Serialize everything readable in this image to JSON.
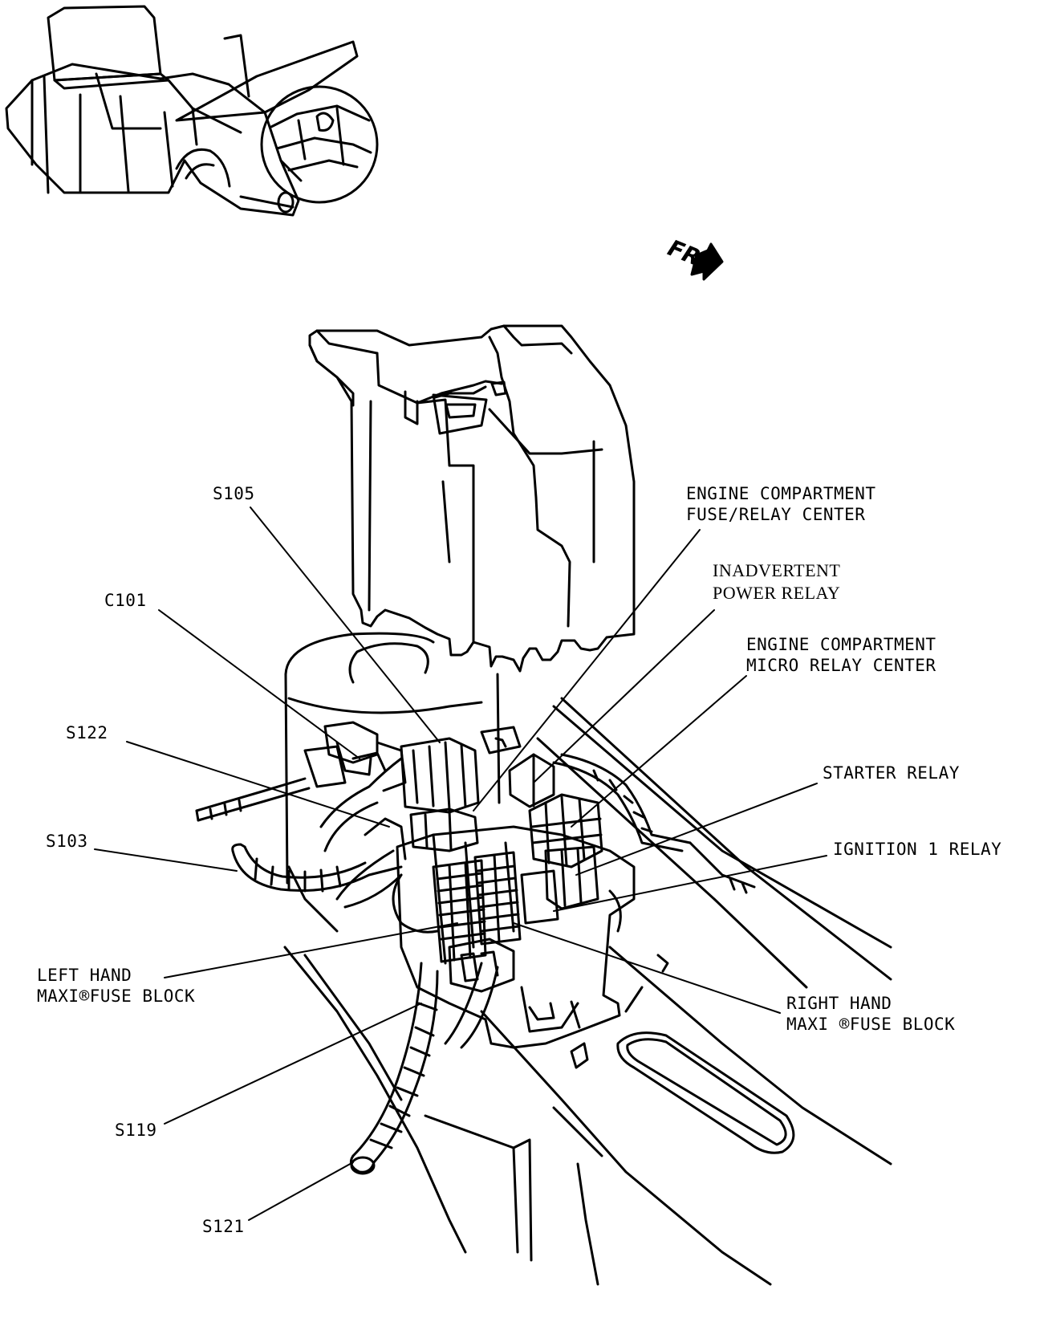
{
  "direction": {
    "frt": "FRT"
  },
  "labels": {
    "s105": "S105",
    "c101": "C101",
    "s122": "S122",
    "s103": "S103",
    "s119": "S119",
    "s121": "S121",
    "left_hand_fuse_line1": "LEFT HAND",
    "left_hand_fuse_line2": "MAXI®FUSE BLOCK",
    "engine_fuse_relay_line1": "ENGINE COMPARTMENT",
    "engine_fuse_relay_line2": "FUSE/RELAY CENTER",
    "inadvertent_line1": "INADVERTENT",
    "inadvertent_line2": "POWER RELAY",
    "micro_relay_line1": "ENGINE COMPARTMENT",
    "micro_relay_line2": "MICRO RELAY CENTER",
    "starter_relay": "STARTER RELAY",
    "ignition_relay": "IGNITION 1 RELAY",
    "right_hand_fuse_line1": "RIGHT HAND",
    "right_hand_fuse_line2": "MAXI ®FUSE BLOCK"
  }
}
